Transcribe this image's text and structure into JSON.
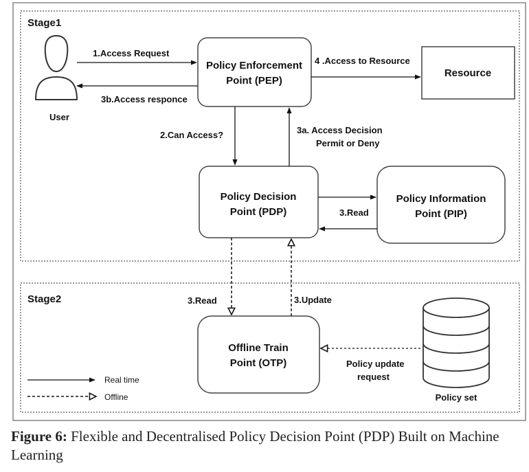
{
  "stage1": {
    "label": "Stage1"
  },
  "stage2": {
    "label": "Stage2"
  },
  "user": {
    "label": "User"
  },
  "pep": {
    "line1": "Policy Enforcement",
    "line2": "Point (PEP)"
  },
  "resource": {
    "label": "Resource"
  },
  "pdp": {
    "line1": "Policy Decision",
    "line2": "Point (PDP)"
  },
  "pip": {
    "line1": "Policy Information",
    "line2": "Point (PIP)"
  },
  "otp": {
    "line1": "Offline Train",
    "line2": "Point (OTP)"
  },
  "policy_set": {
    "label": "Policy set"
  },
  "edges": {
    "access_request": "1.Access Request",
    "access_response": "3b.Access responce",
    "access_to_resource": "4 .Access to Resource",
    "can_access": "2.Can Access?",
    "decision_line1": "3a. Access Decision",
    "decision_line2": "Permit or Deny",
    "pip_read": "3.Read",
    "otp_read": "3.Read",
    "otp_update": "3.Update",
    "update_request_line1": "Policy update",
    "update_request_line2": "request"
  },
  "legend": {
    "realtime": "Real time",
    "offline": "Offline"
  },
  "caption": {
    "label": "Figure 6:",
    "text": " Flexible and Decentralised Policy Decision Point (PDP) Built on Machine Learning"
  },
  "colors": {
    "line": "#111111",
    "border": "#444444",
    "dashed_frame": "#555555"
  }
}
